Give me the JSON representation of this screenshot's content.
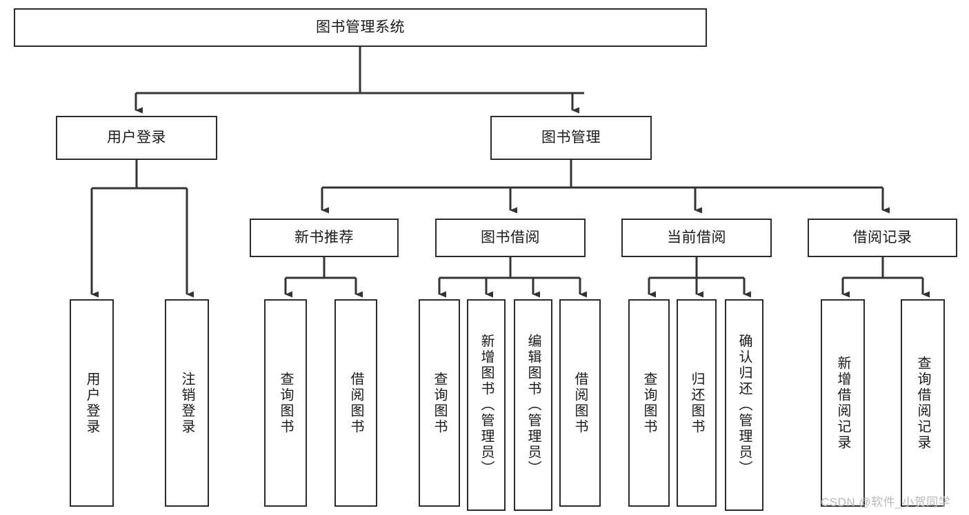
{
  "diagram": {
    "title": "图书管理系统",
    "type": "hierarchy-tree",
    "orientation": "top-down",
    "colors": {
      "box_border": "#2b2b2b",
      "box_fill": "#ffffff",
      "connector": "#333333",
      "text": "#1a1a1a",
      "background": "#ffffff",
      "watermark": "#b9b9b9"
    },
    "root": {
      "id": "root",
      "label": "图书管理系统",
      "orientation": "horizontal"
    },
    "level2": [
      {
        "id": "user-login",
        "label": "用户登录",
        "orientation": "horizontal"
      },
      {
        "id": "book-management",
        "label": "图书管理",
        "orientation": "horizontal"
      }
    ],
    "level3": [
      {
        "id": "new-book-recommend",
        "label": "新书推荐",
        "orientation": "horizontal",
        "parent": "book-management"
      },
      {
        "id": "book-borrow",
        "label": "图书借阅",
        "orientation": "horizontal",
        "parent": "book-management"
      },
      {
        "id": "current-borrow",
        "label": "当前借阅",
        "orientation": "horizontal",
        "parent": "book-management"
      },
      {
        "id": "borrow-record",
        "label": "借阅记录",
        "orientation": "horizontal",
        "parent": "book-management"
      }
    ],
    "leaves": [
      {
        "id": "leaf-user-login",
        "label": "用户登录",
        "parent": "user-login",
        "orientation": "vertical"
      },
      {
        "id": "leaf-user-logout",
        "label": "注销登录",
        "parent": "user-login",
        "orientation": "vertical"
      },
      {
        "id": "leaf-query-book-1",
        "label": "查询图书",
        "parent": "new-book-recommend",
        "orientation": "vertical"
      },
      {
        "id": "leaf-borrow-book-1",
        "label": "借阅图书",
        "parent": "new-book-recommend",
        "orientation": "vertical"
      },
      {
        "id": "leaf-query-book-2",
        "label": "查询图书",
        "parent": "book-borrow",
        "orientation": "vertical"
      },
      {
        "id": "leaf-add-book",
        "label": "新增图书（管理员）",
        "parent": "book-borrow",
        "orientation": "vertical"
      },
      {
        "id": "leaf-edit-book",
        "label": "编辑图书（管理员）",
        "parent": "book-borrow",
        "orientation": "vertical"
      },
      {
        "id": "leaf-borrow-book-2",
        "label": "借阅图书",
        "parent": "book-borrow",
        "orientation": "vertical"
      },
      {
        "id": "leaf-query-book-3",
        "label": "查询图书",
        "parent": "current-borrow",
        "orientation": "vertical"
      },
      {
        "id": "leaf-return-book",
        "label": "归还图书",
        "parent": "current-borrow",
        "orientation": "vertical"
      },
      {
        "id": "leaf-confirm-return",
        "label": "确认归还（管理员）",
        "parent": "current-borrow",
        "orientation": "vertical"
      },
      {
        "id": "leaf-add-record",
        "label": "新增借阅记录",
        "parent": "borrow-record",
        "orientation": "vertical"
      },
      {
        "id": "leaf-query-record",
        "label": "查询借阅记录",
        "parent": "borrow-record",
        "orientation": "vertical"
      }
    ],
    "watermark": "CSDN @软件_小贺同学"
  }
}
